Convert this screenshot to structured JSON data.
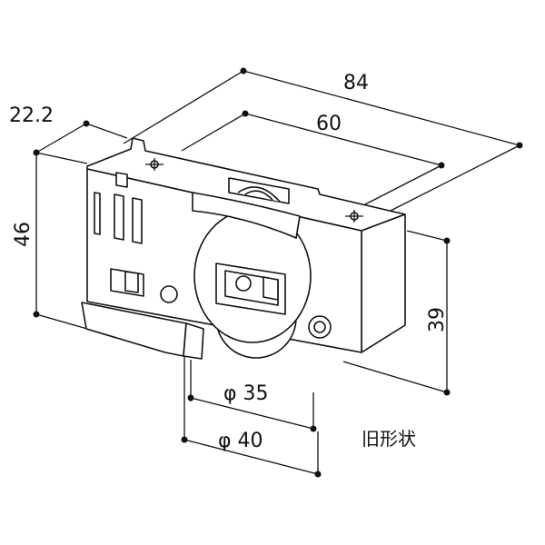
{
  "dimensions": {
    "width_total": "84",
    "width_rail": "60",
    "depth": "22.2",
    "height_total": "46",
    "height_body": "39",
    "wheel_inner": "φ 35",
    "wheel_outer": "φ 40"
  },
  "note": "旧形状"
}
